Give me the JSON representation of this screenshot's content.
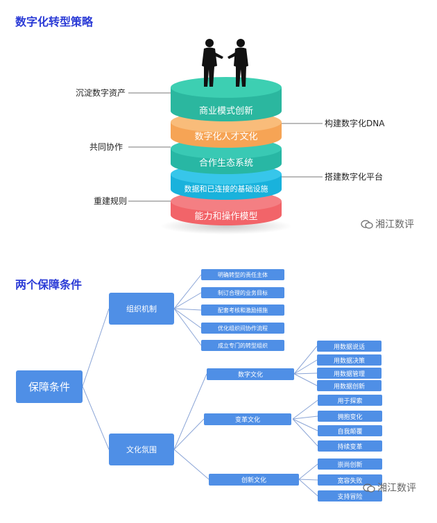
{
  "section1": {
    "title": "数字化转型策略",
    "layers": [
      {
        "label": "商业模式创新",
        "color": "#2bb79f",
        "top_color": "#3dcfb2"
      },
      {
        "label": "数字化人才文化",
        "color": "#f6a455",
        "top_color": "#f9bc7a"
      },
      {
        "label": "合作生态系统",
        "color": "#28b7a4",
        "top_color": "#39c9b4"
      },
      {
        "label": "数据和已连接的基础设施",
        "color": "#19b2dc",
        "top_color": "#37c6ea"
      },
      {
        "label": "能力和操作模型",
        "color": "#f26469",
        "top_color": "#f47f83"
      }
    ],
    "left_labels": [
      "沉淀数字资产",
      "共同协作",
      "重建规则"
    ],
    "right_labels": [
      "构建数字化DNA",
      "搭建数字化平台"
    ],
    "watermark": "湘江数评"
  },
  "section2": {
    "title": "两个保障条件",
    "root": "保障条件",
    "branches": [
      "组织机制",
      "文化氛围"
    ],
    "org_items": [
      "明确转型的责任主体",
      "制订合理的业务目标",
      "配套考核和激励措施",
      "优化组织间协作流程",
      "成立专门的转型组织"
    ],
    "culture_groups": [
      {
        "label": "数字文化",
        "items": [
          "用数据说话",
          "用数据决策",
          "用数据管理",
          "用数据创新"
        ]
      },
      {
        "label": "变革文化",
        "items": [
          "用于探索",
          "拥抱变化",
          "自我颠覆",
          "持续变革"
        ]
      },
      {
        "label": "创新文化",
        "items": [
          "崇尚创新",
          "宽容失败",
          "支持冒险"
        ]
      }
    ],
    "watermark": "湘江数评"
  },
  "colors": {
    "title": "#2b3bd6",
    "box": "#4f8fe6",
    "connector": "#8aa4d6"
  }
}
